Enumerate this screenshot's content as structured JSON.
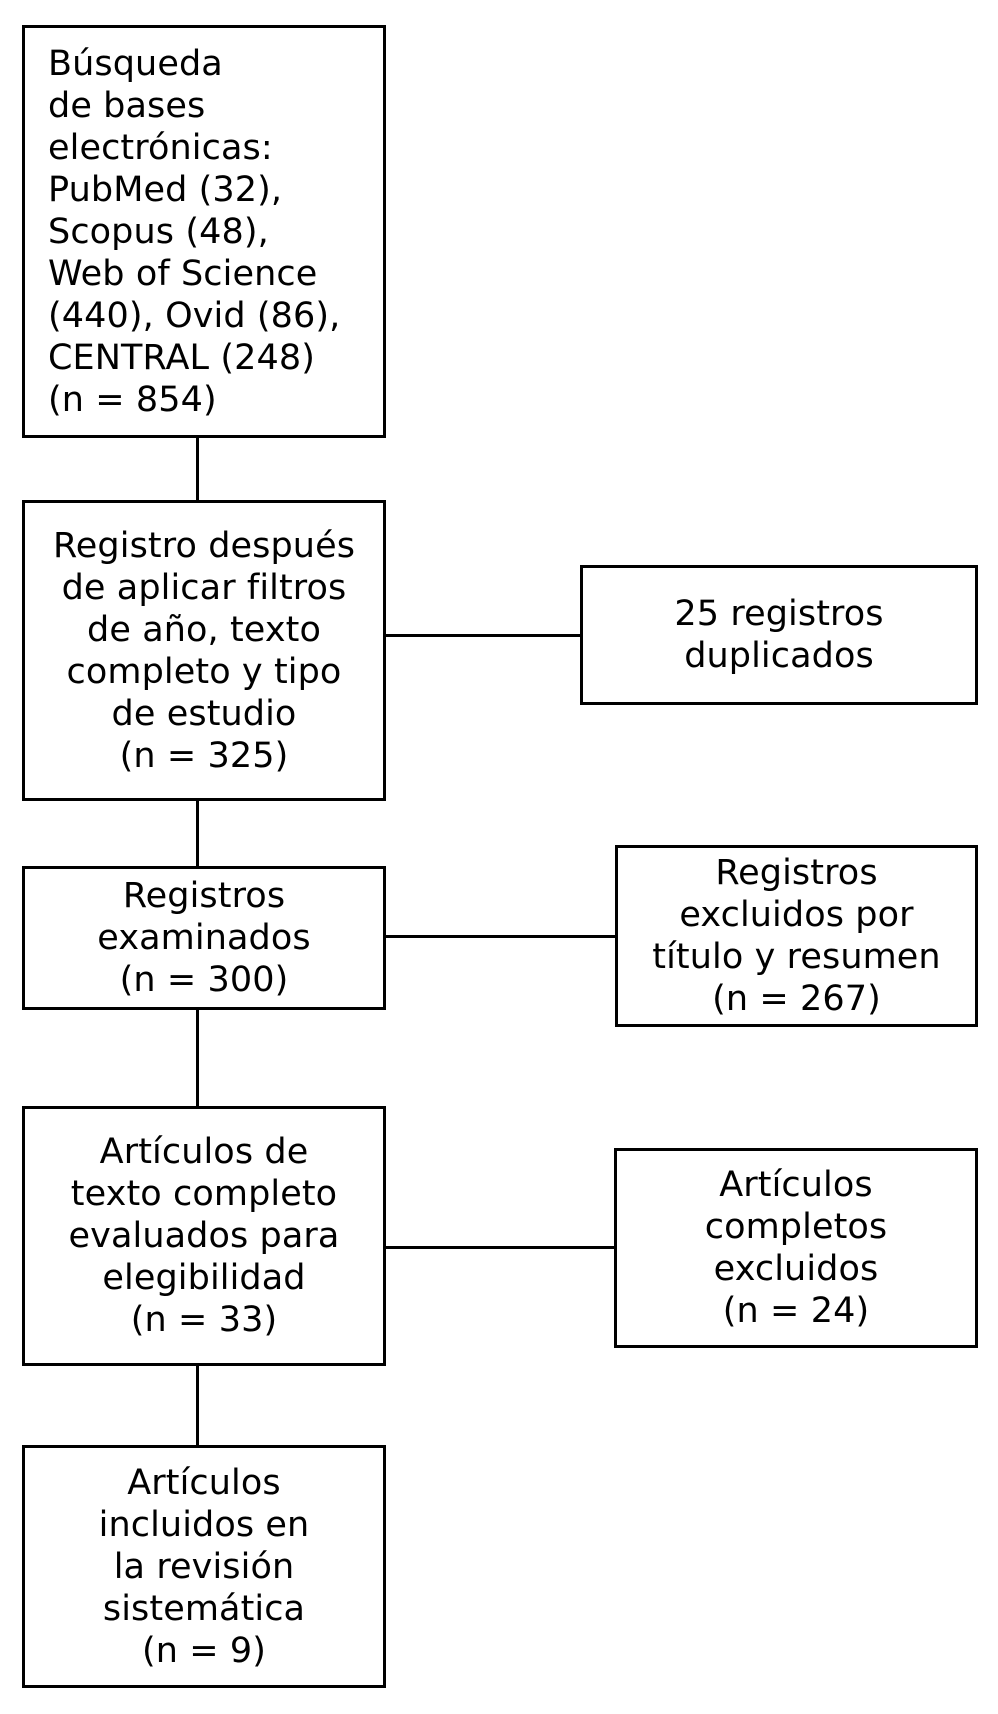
{
  "diagram": {
    "type": "prisma-flow-diagram",
    "language": "es",
    "line_color": "#000000",
    "background_color": "#ffffff",
    "text_color": "#000000",
    "boxes": [
      {
        "id": "search",
        "column": "left",
        "align": "left",
        "lines": [
          "Búsqueda",
          "de bases",
          "electrónicas:",
          "PubMed (32),",
          "Scopus (48),",
          "Web of Science",
          "(440), Ovid (86),",
          "CENTRAL (248)",
          "(n = 854)"
        ],
        "count": 854,
        "sources": [
          {
            "name": "PubMed",
            "records": 32
          },
          {
            "name": "Scopus",
            "records": 48
          },
          {
            "name": "Web of Science",
            "records": 440
          },
          {
            "name": "Ovid",
            "records": 86
          },
          {
            "name": "CENTRAL",
            "records": 248
          }
        ]
      },
      {
        "id": "filtered",
        "column": "left",
        "align": "center",
        "lines": [
          "Registro después",
          "de aplicar filtros",
          "de año, texto",
          "completo y tipo",
          "de estudio",
          "(n = 325)"
        ],
        "count": 325
      },
      {
        "id": "duplicates",
        "column": "right",
        "align": "center",
        "lines": [
          "25 registros",
          "duplicados"
        ],
        "count": 25
      },
      {
        "id": "screened",
        "column": "left",
        "align": "center",
        "lines": [
          "Registros",
          "examinados",
          "(n = 300)"
        ],
        "count": 300
      },
      {
        "id": "excluded-title-abstract",
        "column": "right",
        "align": "center",
        "lines": [
          "Registros",
          "excluidos por",
          "título y resumen",
          "(n = 267)"
        ],
        "count": 267
      },
      {
        "id": "eligibility",
        "column": "left",
        "align": "center",
        "lines": [
          "Artículos de",
          "texto completo",
          "evaluados para",
          "elegibilidad",
          "(n = 33)"
        ],
        "count": 33
      },
      {
        "id": "excluded-full-text",
        "column": "right",
        "align": "center",
        "lines": [
          "Artículos",
          "completos",
          "excluidos",
          "(n = 24)"
        ],
        "count": 24
      },
      {
        "id": "included",
        "column": "left",
        "align": "center",
        "lines": [
          "Artículos",
          "incluidos en",
          "la revisión",
          "sistemática",
          "(n = 9)"
        ],
        "count": 9
      }
    ]
  }
}
